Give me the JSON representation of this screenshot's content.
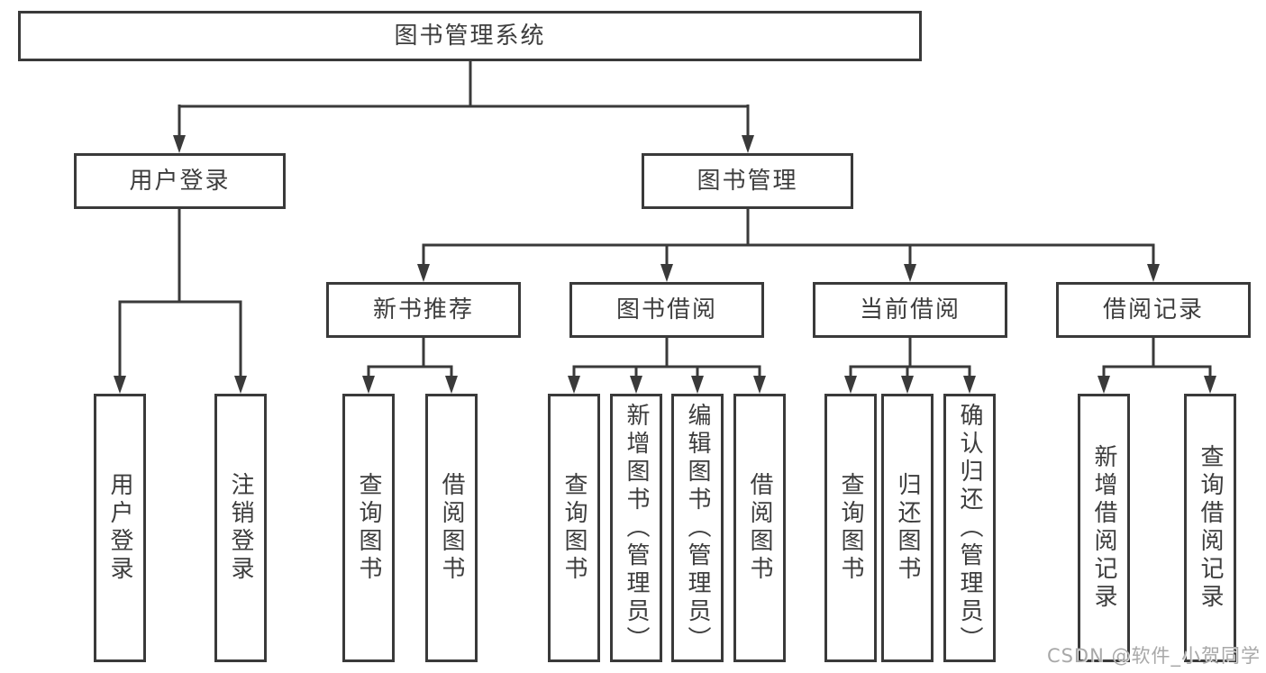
{
  "colors": {
    "line": "#3a3a3a",
    "box_border": "#3a3a3a",
    "text": "#3d3d3d",
    "background": "#ffffff",
    "watermark_text_color": "#a8a8a8"
  },
  "watermark": {
    "text": "CSDN @软件_小贺同学"
  },
  "diagram": {
    "title": "图书管理系统",
    "branches": [
      {
        "label": "用户登录",
        "children": [
          {
            "label": "用户登录"
          },
          {
            "label": "注销登录"
          }
        ]
      },
      {
        "label": "图书管理",
        "children": [
          {
            "label": "新书推荐",
            "children": [
              {
                "label": "查询图书"
              },
              {
                "label": "借阅图书"
              }
            ]
          },
          {
            "label": "图书借阅",
            "children": [
              {
                "label": "查询图书"
              },
              {
                "label": "新增图书（管理员）"
              },
              {
                "label": "编辑图书（管理员）"
              },
              {
                "label": "借阅图书"
              }
            ]
          },
          {
            "label": "当前借阅",
            "children": [
              {
                "label": "查询图书"
              },
              {
                "label": "归还图书"
              },
              {
                "label": "确认归还（管理员）"
              }
            ]
          },
          {
            "label": "借阅记录",
            "children": [
              {
                "label": "新增借阅记录"
              },
              {
                "label": "查询借阅记录"
              }
            ]
          }
        ]
      }
    ]
  }
}
